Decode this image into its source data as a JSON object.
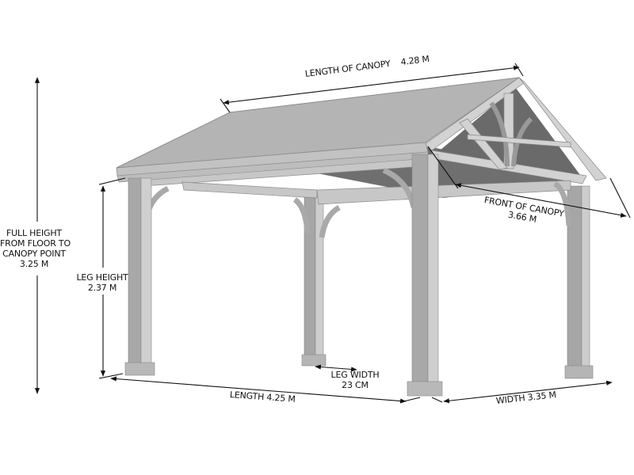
{
  "diagram": {
    "subject": "Gabled gazebo / pavilion with dimensions",
    "colors": {
      "roof": "#b4b4b4",
      "roof_edge": "#9a9a9a",
      "post_dark": "#a8a8a8",
      "post_light": "#cfcfcf",
      "underside": "#6f6f6f",
      "dimension_line": "#111111"
    },
    "dimensions": {
      "full_height": {
        "label_line1": "FULL HEIGHT",
        "label_line2": "FROM FLOOR TO",
        "label_line3": "CANOPY POINT",
        "value": "3.25 M"
      },
      "leg_height": {
        "label": "LEG HEIGHT",
        "value": "2.37 M"
      },
      "length_of_canopy": {
        "label": "LENGTH OF CANOPY",
        "value": "4.28 M"
      },
      "front_of_canopy": {
        "label": "FRONT OF CANOPY",
        "value": "3.66 M"
      },
      "leg_width": {
        "label": "LEG WIDTH",
        "value": "23 CM"
      },
      "length": {
        "label": "LENGTH",
        "value": "4.25 M"
      },
      "width": {
        "label": "WIDTH",
        "value": "3.35 M"
      }
    }
  }
}
